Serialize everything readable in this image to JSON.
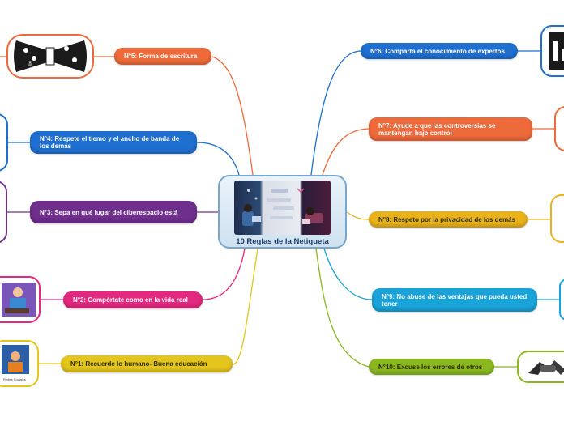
{
  "central": {
    "title": "10 Reglas de la Netiqueta"
  },
  "branches": [
    {
      "id": "r5",
      "label": "N°5: Forma de escritura",
      "color": "#ee6a3a"
    },
    {
      "id": "r4",
      "label": "N°4: Respete el tiemo y el ancho de banda de los demás",
      "color": "#1f6fd1"
    },
    {
      "id": "r3",
      "label": "N°3: Sepa en qué lugar del ciberespacio está",
      "color": "#6f2f8c"
    },
    {
      "id": "r2",
      "label": "N°2: Compórtate como en la vida real",
      "color": "#e3287f"
    },
    {
      "id": "r1",
      "label": "N°1: Recuerde lo humano- Buena educación",
      "color": "#e3c51d"
    },
    {
      "id": "r6",
      "label": "N°6: Comparta el conocimiento de expertos",
      "color": "#1f6fd1"
    },
    {
      "id": "r7",
      "label": "N°7: Ayude a que las controversias se mantengan bajo control",
      "color": "#ee6a3a"
    },
    {
      "id": "r8",
      "label": "N°8: Respeto por la privacidad de los demás",
      "color": "#e9b21b"
    },
    {
      "id": "r9",
      "label": "N°9: No abuse de las ventajas que pueda usted tener",
      "color": "#1aa3d9"
    },
    {
      "id": "r10",
      "label": "N°10: Excuse los errores de otros",
      "color": "#8bb821"
    }
  ],
  "image_captions": {
    "r1": "Redes Sociales"
  }
}
